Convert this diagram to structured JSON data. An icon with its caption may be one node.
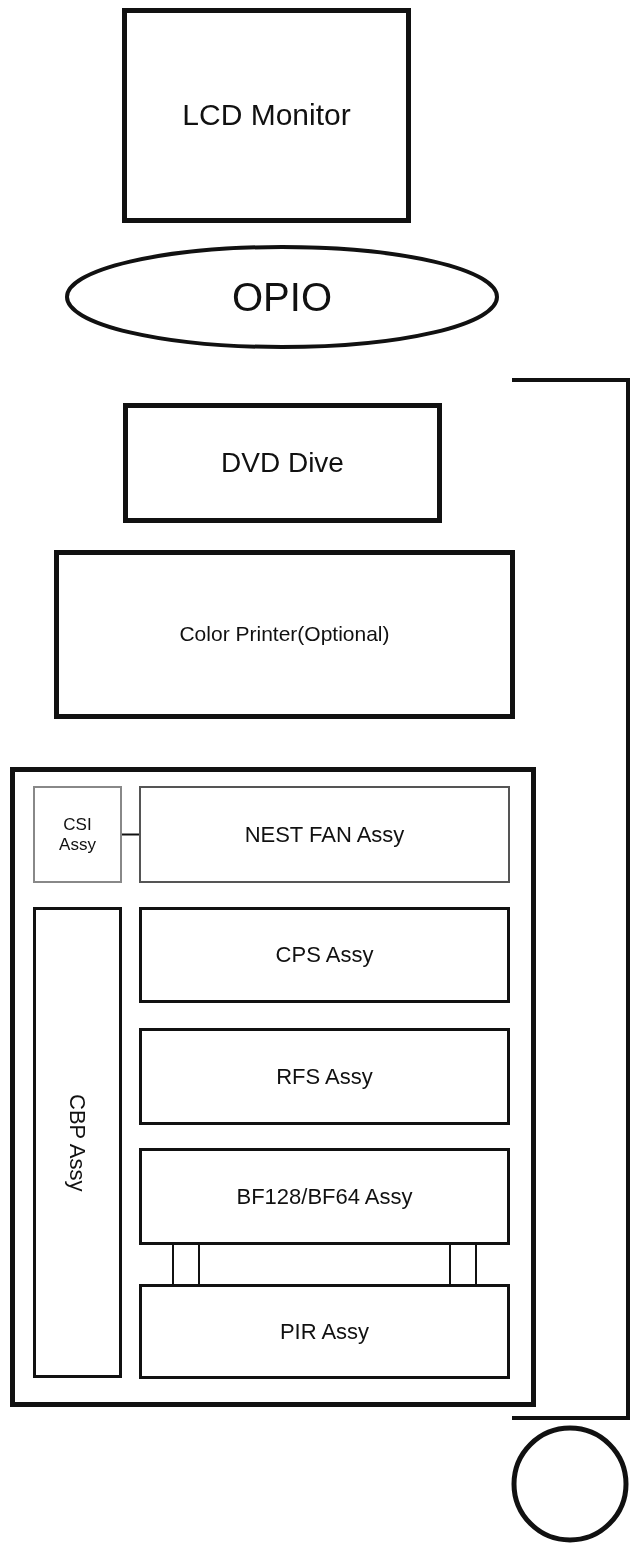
{
  "diagram": {
    "nodes": [
      {
        "text": [
          "LCD Monitor"
        ]
      },
      {
        "text": [
          "OPIO"
        ]
      },
      {
        "text": [
          "DVD Dive"
        ]
      },
      {
        "text": [
          "Color Printer(Optional)"
        ]
      },
      {
        "text": [],
        "shape": "box"
      },
      {
        "text": [
          "CSI Assy"
        ],
        "in": 4
      },
      {
        "text": [
          "NEST FAN Assy"
        ],
        "in": 4
      },
      {
        "text": [
          "CBP Assy"
        ],
        "in": 4
      },
      {
        "text": [
          "CPS Assy"
        ],
        "in": 4
      },
      {
        "text": [
          "RFS Assy"
        ],
        "in": 4
      },
      {
        "text": [
          "BF128/BF64 Assy"
        ],
        "in": 4
      },
      {
        "text": [
          "PIR Assy"
        ],
        "in": 4
      }
    ],
    "edges": [
      {
        "from": 5,
        "to": 6,
        "arrow": "none"
      },
      {
        "from": 10,
        "to": 11,
        "arrow": "none"
      },
      {
        "from": 10,
        "to": 11,
        "arrow": "none"
      }
    ]
  }
}
